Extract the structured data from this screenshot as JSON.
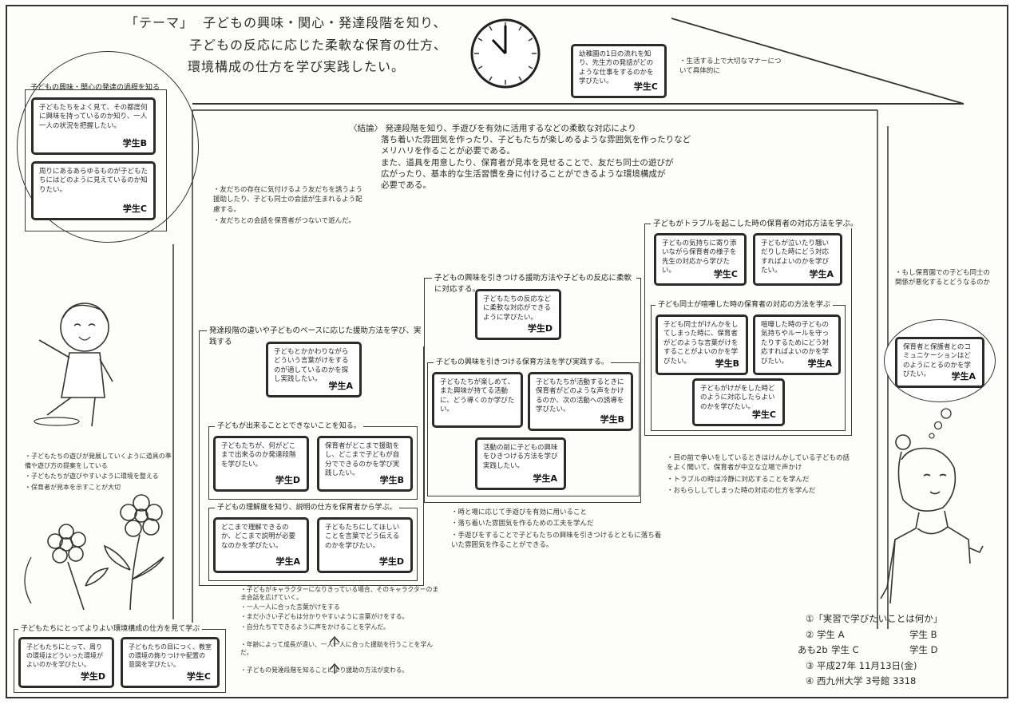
{
  "theme": {
    "label": "「テーマ」",
    "line1": "子どもの興味・関心・発達段階を知り、",
    "line2": "子どもの反応に応じた柔軟な保育の仕方、",
    "line3": "環境構成の仕方を学び実践したい。"
  },
  "top_box": {
    "text": "幼稚園の1日の流れを知り、先生方の発話がどのような仕事をするのかを学びたい。",
    "sig": "学生C"
  },
  "top_note": "・生活する上で大切なマナーについて具体的に",
  "left_circle": {
    "title": "子どもの興味・関心の発達の過程を知る",
    "box1": {
      "text": "子どもたちをよく見て、その都度何に興味を持っているのか知り、一人一人の状況を把握したい。",
      "sig": "学生B"
    },
    "box2": {
      "text": "周りにあるあらゆるものが子どもたちにはどのように見えているのか知りたい。",
      "sig": "学生C"
    }
  },
  "conclusion": {
    "label": "〈結論〉",
    "lines": [
      "発達段階を知り、手遊びを有効に活用するなどの柔軟な対応により",
      "落ち着いた雰囲気を作ったり、子どもたちが楽しめるような雰囲気を作ったりなど",
      "メリハリを作ることが必要である。",
      "また、道具を用意したり、保育者が見本を見せることで、友だち同士の遊びが",
      "広がったり、基本的な生活習慣を身に付けることができるような環境構成が",
      "必要である。"
    ]
  },
  "left_notes": [
    "・友だちの存在に気付けるよう友だちを誘うよう援助したり、子ども同士の会話が生まれるよう配慮する。",
    "・友だちとの会話を保育者がつないで遊んだ。"
  ],
  "group_trouble": {
    "title": "子どもがトラブルを起こした時の保育者の対応方法を学ぶ。",
    "box1": {
      "text": "子どもの気持ちに寄り添いながら保育者の様子を先生の対応から学びたい。",
      "sig": "学生C"
    },
    "box2": {
      "text": "子どもが泣いたり騒いだりした時にどう対応すればよいのかを学びたい。",
      "sig": "学生A"
    },
    "sub_title": "子ども同士が喧嘩した時の保育者の対応の方法を学ぶ",
    "box3": {
      "text": "子ども同士がけんかをしてしまった時に、保育者がどのような言葉がけをすることがよいのかを学びたい。",
      "sig": "学生B"
    },
    "box4": {
      "text": "喧嘩した時の子どもの気持ちやルールを守ったりするためにどう対応すればよいのかを学びたい。",
      "sig": "学生A"
    },
    "box5": {
      "text": "子どもがけがをした時どのように対応したらよいのかを学びたい。",
      "sig": "学生C"
    }
  },
  "right_note": "・もし保育園での子ども同士の関係が悪化するとどうなるのか",
  "right_cloud": {
    "text": "保育者と保護者とのコミュニケーションはどのようにとるのかを学びたい。",
    "sig": "学生A"
  },
  "group_interest": {
    "title": "子どもの興味を引きつける援助方法や子どもの反応に柔軟に対応する。",
    "box1": {
      "text": "子どもたちの反応などに柔軟な対応ができるように学びたい。",
      "sig": "学生D"
    },
    "sub_title": "子どもの興味を引きつける保育方法を学び実践する。",
    "box2": {
      "text": "子どもたちが楽しめて、また興味が持てる活動に、どう導くのか学びたい。",
      "sig": ""
    },
    "box3": {
      "text": "子どもたちが活動するときに保育者がどのような声をかけるのか、次の活動への誘導を学びたい。",
      "sig": "学生B"
    },
    "box4": {
      "text": "活動の前に子どもの興味をひきつける方法を学び実践したい。",
      "sig": "学生A"
    }
  },
  "group_dev": {
    "title": "発達段階の違いや子どものペースに応じた援助方法を学び、実践する",
    "box1": {
      "text": "子どもとかかわりながらどういう言葉がけをするのが適しているのかを探し実践したい。",
      "sig": "学生A"
    },
    "sub1_title": "子どもが出来ることとできないことを知る。",
    "box2": {
      "text": "子どもたちが、何がどこまで出来るのか発達段階を学びたい。",
      "sig": "学生D"
    },
    "box3": {
      "text": "保育者がどこまで援助をし、どこまで子どもが自分でできるのかを学び実践したい。",
      "sig": "学生B"
    },
    "sub2_title": "子どもの理解度を知り、説明の仕方を保育者から学ぶ。",
    "box4": {
      "text": "どこまで理解できるのか、どこまで説明が必要なのかを学びたい。",
      "sig": "学生A"
    },
    "box5": {
      "text": "子どもたちにしてほしいことを言葉でどう伝えるのかを学びたい。",
      "sig": "学生D"
    }
  },
  "mid_notes": [
    "・時と場に応じて手遊びを有効に用いること",
    "・落ち着いた雰囲気を作るための工夫を学んだ",
    "・手遊びをすることで子どもたちの興味を引きつけるとともに落ち着いた雰囲気を作ることができる。"
  ],
  "right_mid_notes": [
    "・目の前で争いをしているときはけんかしている子どもの話をよく聞いて、保育者が中立な立場で声かけ",
    "・トラブルの時は冷静に対応することを学んだ",
    "・おもらししてしまった時の対応の仕方を学んだ"
  ],
  "left_mid_notes": [
    "・子どもたちの遊びが発展していくように道具の準備や遊び方の提案をしている",
    "・子どもたちが遊びやすいように環境を整える",
    "・保育者が見本を示すことが大切"
  ],
  "group_env": {
    "title": "子どもたちにとってよりよい環境構成の仕方を見て学ぶ",
    "box1": {
      "text": "子どもたちにとって、周りの環境はどういった環境がよいのかを学びたい。",
      "sig": "学生D"
    },
    "box2": {
      "text": "子どもたちの目につく、教室の環境の飾りつけや配置の意図を学びたい。",
      "sig": "学生C"
    }
  },
  "bottom_notes": [
    "・子どもがキャラクターになりきっている場合、そのキャラクターのまま会話を広げていく。",
    "・一人一人に合った言葉がけをする",
    "・まだ小さい子どもは分かりやすいように言葉がけをする。",
    "・自分たちでできるように声をかけることを学んだ。",
    "・年齢によって成長が違い、一人一人に合った援助を行うことを学んだ。",
    "・子どもの発達段階を知ることにより援助の方法が変わる。"
  ],
  "info": {
    "line1": "①「実習で学びたいことは何か」",
    "line2a": "② 学生 A",
    "line2b": "学生 B",
    "grade": "あも2b",
    "line3a": "学生 C",
    "line3b": "学生 D",
    "line4": "③ 平成27年 11月13日(金)",
    "line5": "④ 西九州大学 3号館 3318"
  }
}
